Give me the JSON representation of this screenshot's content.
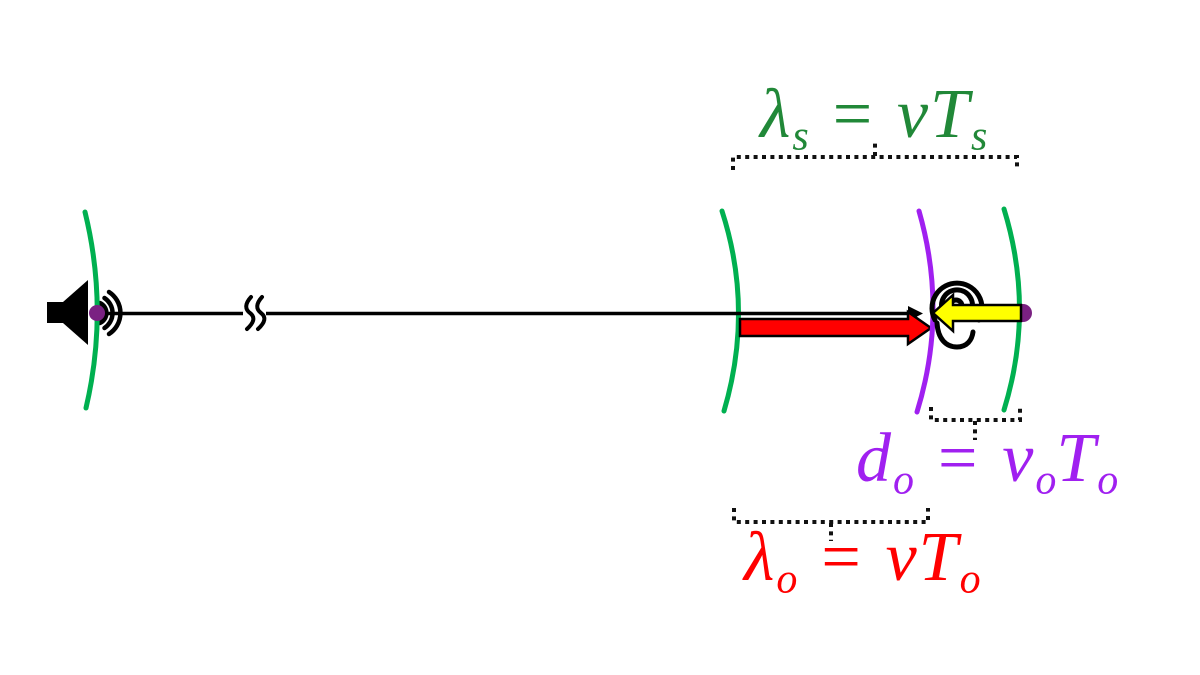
{
  "equations": {
    "source_wavelength": {
      "text": "λₛ = vTₛ",
      "color": "#218838",
      "segments": [
        {
          "t": "λ"
        },
        {
          "t": "s",
          "sub": true
        },
        {
          "t": " = "
        },
        {
          "t": "v"
        },
        {
          "t": "T"
        },
        {
          "t": "s",
          "sub": true
        }
      ]
    },
    "observer_shift": {
      "text": "dₒ = vₒTₒ",
      "color": "#a020f0",
      "segments": [
        {
          "t": "d"
        },
        {
          "t": "o",
          "sub": true
        },
        {
          "t": " = "
        },
        {
          "t": "v"
        },
        {
          "t": "o",
          "sub": true
        },
        {
          "t": "T"
        },
        {
          "t": "o",
          "sub": true
        }
      ]
    },
    "observed_wavelength": {
      "text": "λₒ = vTₒ",
      "color": "#ff0000",
      "segments": [
        {
          "t": "λ"
        },
        {
          "t": "o",
          "sub": true
        },
        {
          "t": " = "
        },
        {
          "t": "v"
        },
        {
          "t": "T"
        },
        {
          "t": "o",
          "sub": true
        }
      ]
    }
  },
  "colors": {
    "wavefront_green": "#00b050",
    "observer_wavefront_purple": "#a020f0",
    "source_arrow_red": "#ff0000",
    "observer_arrow_yellow": "#ffff00",
    "marker_dot_purple": "#7a2182",
    "line_black": "#000000",
    "bracket_black": "#111111"
  },
  "icons": {
    "source": "speaker-icon",
    "source_waves": "sound-waves-icon",
    "line_break": "line-break-mark",
    "observer": "ear-icon"
  }
}
